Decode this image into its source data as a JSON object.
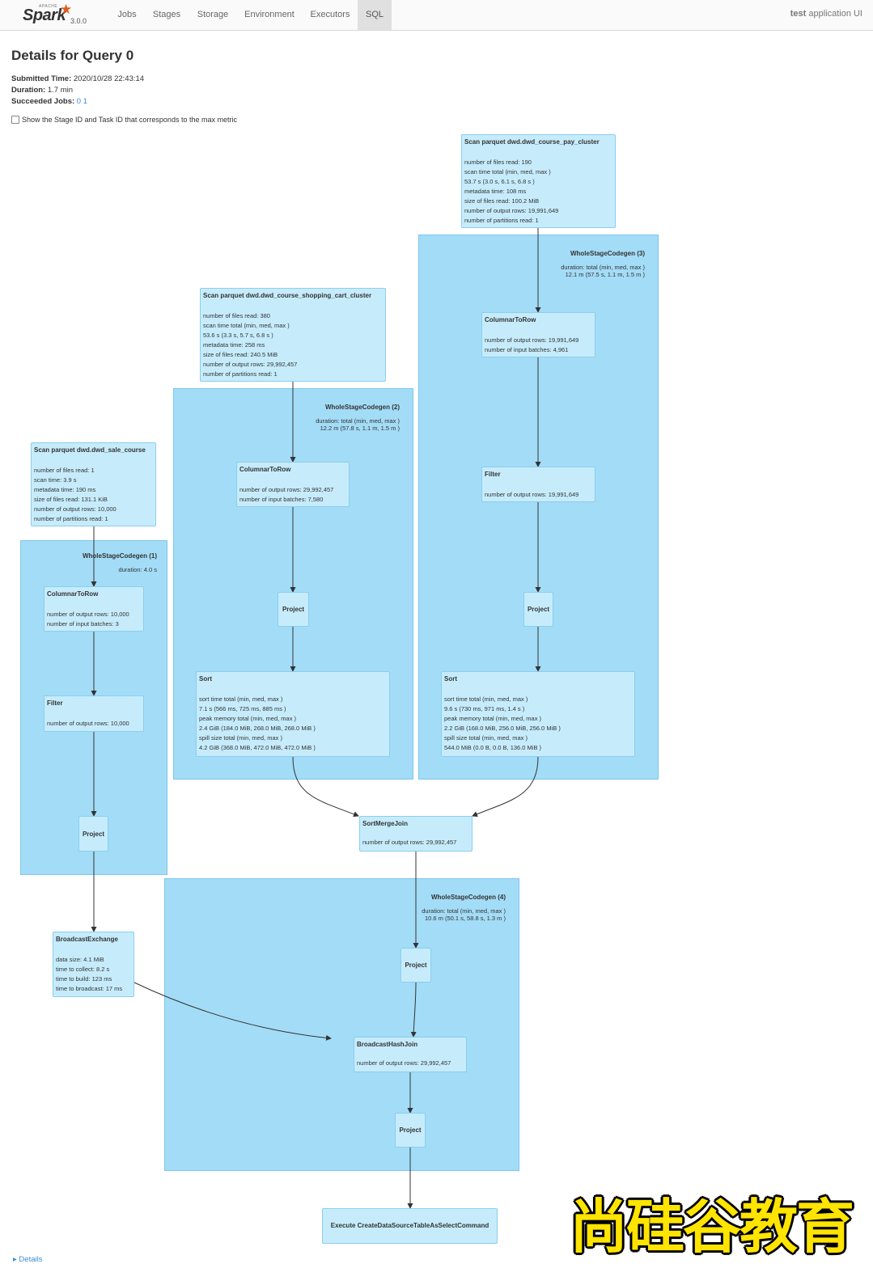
{
  "nav": {
    "logo_text": "Spark",
    "logo_apache": "APACHE",
    "version": "3.0.0",
    "tabs": [
      "Jobs",
      "Stages",
      "Storage",
      "Environment",
      "Executors",
      "SQL"
    ],
    "active_tab": "SQL",
    "app_name_bold": "test",
    "app_name_rest": " application UI"
  },
  "page": {
    "title": "Details for Query 0",
    "submitted_label": "Submitted Time:",
    "submitted_value": "2020/10/28 22:43:14",
    "duration_label": "Duration:",
    "duration_value": "1.7 min",
    "jobs_label": "Succeeded Jobs:",
    "jobs": [
      "0",
      "1"
    ],
    "checkbox_label": "Show the Stage ID and Task ID that corresponds to the max metric",
    "details_link": "Details"
  },
  "clusters": {
    "c1": {
      "title": "WholeStageCodegen (1)",
      "metric": "duration: 4.0 s"
    },
    "c2": {
      "title": "WholeStageCodegen (2)",
      "metric": "duration: total (min, med, max )\n12.2 m (57.8 s, 1.1 m, 1.5 m )"
    },
    "c3": {
      "title": "WholeStageCodegen (3)",
      "metric": "duration: total (min, med, max )\n12.1 m (57.5 s, 1.1 m, 1.5 m )"
    },
    "c4": {
      "title": "WholeStageCodegen (4)",
      "metric": "duration: total (min, med, max )\n10.6 m (50.1 s, 58.8 s, 1.3 m )"
    }
  },
  "nodes": {
    "scan_pay": {
      "title": "Scan parquet dwd.dwd_course_pay_cluster",
      "metrics": "number of files read: 190\nscan time total (min, med, max )\n53.7 s (3.0 s, 6.1 s, 6.8 s )\nmetadata time: 108 ms\nsize of files read: 100.2 MiB\nnumber of output rows: 19,991,649\nnumber of partitions read: 1"
    },
    "scan_cart": {
      "title": "Scan parquet dwd.dwd_course_shopping_cart_cluster",
      "metrics": "number of files read: 380\nscan time total (min, med, max )\n53.6 s (3.3 s, 5.7 s, 6.8 s )\nmetadata time: 258 ms\nsize of files read: 240.5 MiB\nnumber of output rows: 29,992,457\nnumber of partitions read: 1"
    },
    "scan_sale": {
      "title": "Scan parquet dwd.dwd_sale_course",
      "metrics": "number of files read: 1\nscan time: 3.9 s\nmetadata time: 190 ms\nsize of files read: 131.1 KiB\nnumber of output rows: 10,000\nnumber of partitions read: 1"
    },
    "c2r_1": {
      "title": "ColumnarToRow",
      "metrics": "number of output rows: 10,000\nnumber of input batches: 3"
    },
    "filter_1": {
      "title": "Filter",
      "metrics": "number of output rows: 10,000"
    },
    "project_1": {
      "title": "Project"
    },
    "c2r_2": {
      "title": "ColumnarToRow",
      "metrics": "number of output rows: 29,992,457\nnumber of input batches: 7,580"
    },
    "project_2": {
      "title": "Project"
    },
    "sort_2": {
      "title": "Sort",
      "metrics": "sort time total (min, med, max )\n7.1 s (566 ms, 725 ms, 885 ms )\npeak memory total (min, med, max )\n2.4 GiB (184.0 MiB, 268.0 MiB, 268.0 MiB )\nspill size total (min, med, max )\n4.2 GiB (368.0 MiB, 472.0 MiB, 472.0 MiB )"
    },
    "c2r_3": {
      "title": "ColumnarToRow",
      "metrics": "number of output rows: 19,991,649\nnumber of input batches: 4,961"
    },
    "filter_3": {
      "title": "Filter",
      "metrics": "number of output rows: 19,991,649"
    },
    "project_3": {
      "title": "Project"
    },
    "sort_3": {
      "title": "Sort",
      "metrics": "sort time total (min, med, max )\n9.6 s (730 ms, 971 ms, 1.4 s )\npeak memory total (min, med, max )\n2.2 GiB (168.0 MiB, 256.0 MiB, 256.0 MiB )\nspill size total (min, med, max )\n544.0 MiB (0.0 B, 0.0 B, 136.0 MiB )"
    },
    "smj": {
      "title": "SortMergeJoin",
      "metrics": "number of output rows: 29,992,457"
    },
    "bcast": {
      "title": "BroadcastExchange",
      "metrics": "data size: 4.1 MiB\ntime to collect: 8.2 s\ntime to build: 123 ms\ntime to broadcast: 17 ms"
    },
    "project_4a": {
      "title": "Project"
    },
    "bhj": {
      "title": "BroadcastHashJoin",
      "metrics": "number of output rows: 29,992,457"
    },
    "project_4b": {
      "title": "Project"
    },
    "exec": {
      "title": "Execute CreateDataSourceTableAsSelectCommand"
    }
  },
  "watermark": "尚硅谷教育"
}
